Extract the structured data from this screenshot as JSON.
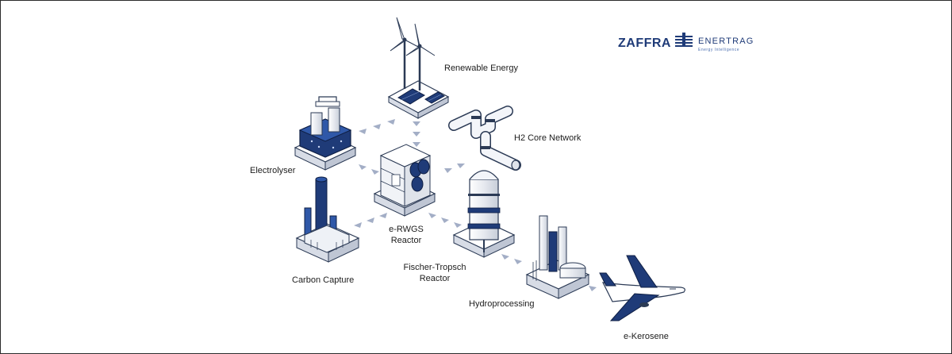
{
  "brand": {
    "zaffra": "ZAFFRA",
    "enertrag": "ENERTRAG",
    "enertrag_tagline": "Energy Intelligence",
    "primary_color": "#1f3b78",
    "accent_color": "#3a62b8",
    "connector_color": "#9aa6c0"
  },
  "nodes": {
    "renewable_energy": "Renewable Energy",
    "h2_core_network": "H2 Core Network",
    "electrolyser": "Electrolyser",
    "erwgs_reactor_line1": "e-RWGS",
    "erwgs_reactor_line2": "Reactor",
    "carbon_capture": "Carbon Capture",
    "fischer_tropsch_line1": "Fischer-Tropsch",
    "fischer_tropsch_line2": "Reactor",
    "hydroprocessing": "Hydroprocessing",
    "e_kerosene": "e-Kerosene"
  }
}
